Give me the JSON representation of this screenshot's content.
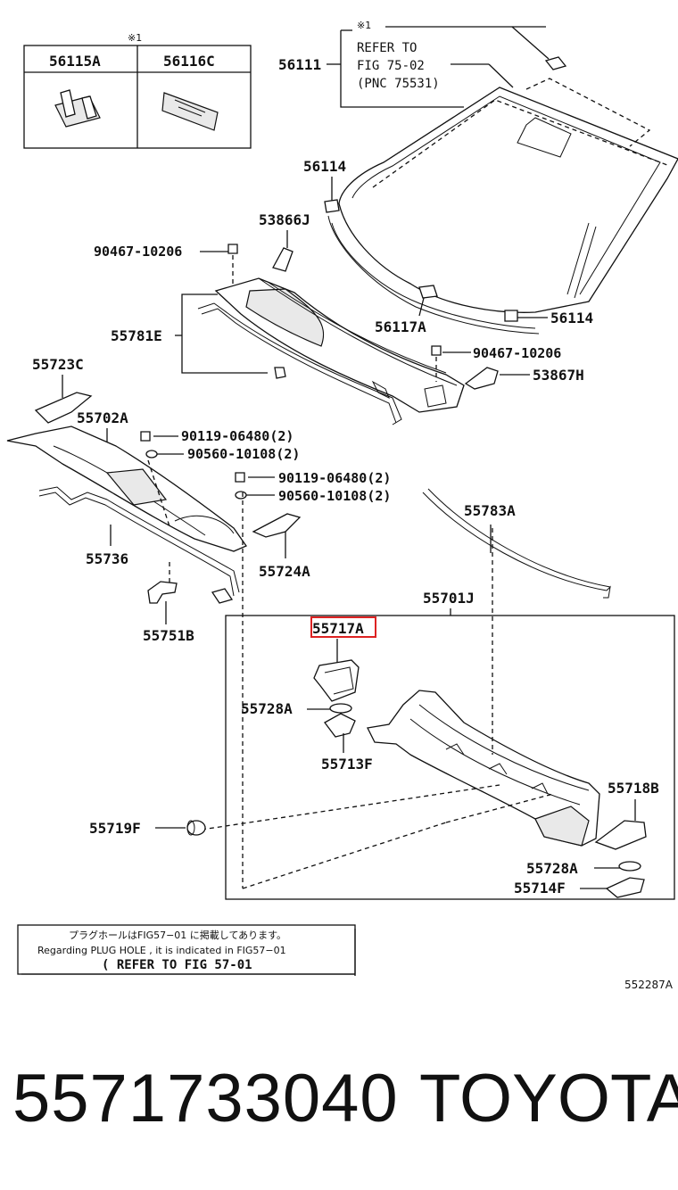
{
  "labels": {
    "top_mark": "※1",
    "table_h1": "56115A",
    "table_h2": "56116C",
    "p56111": "56111",
    "ref_mark": "※1",
    "ref_line1": "REFER TO",
    "ref_line2": "FIG 75-02",
    "ref_line3": "(PNC 75531)",
    "p56114_top": "56114",
    "p53866J": "53866J",
    "p90467_top": "90467-10206",
    "p55781E": "55781E",
    "p56117A": "56117A",
    "p56114_bot": "56114",
    "p90467_mid": "90467-10206",
    "p53867H": "53867H",
    "p55723C": "55723C",
    "p55702A": "55702A",
    "p90119_a": "90119-06480(2)",
    "p90560_a": "90560-10108(2)",
    "p90119_b": "90119-06480(2)",
    "p90560_b": "90560-10108(2)",
    "p55783A": "55783A",
    "p55736": "55736",
    "p55724A": "55724A",
    "p55701J": "55701J",
    "p55751B": "55751B",
    "p55717A": "55717A",
    "p55728A_left": "55728A",
    "p55713F": "55713F",
    "p55718B": "55718B",
    "p55719F": "55719F",
    "p55728A_right": "55728A",
    "p55714F": "55714F"
  },
  "note": {
    "line1": "プラグホールはFIG57−01 に掲載してあります。",
    "line2": "Regarding PLUG HOLE , it is indicated in FIG57−01",
    "line3": "( REFER TO FIG 57-01"
  },
  "figure_ref": "552287A",
  "bottom": {
    "part_number": "5571733040",
    "brand": "TOYOTA"
  },
  "colors": {
    "highlight": "#dd2222",
    "ink": "#111111"
  }
}
